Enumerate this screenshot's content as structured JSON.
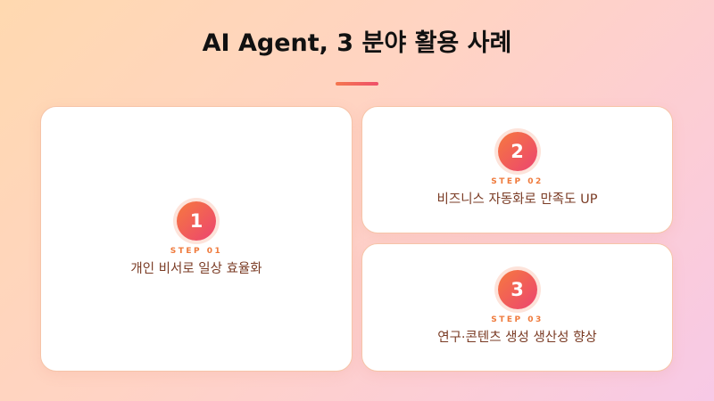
{
  "title": "AI Agent, 3 분야 활용 사례",
  "cards": [
    {
      "number": "1",
      "step": "STEP 01",
      "text": "개인 비서로 일상 효율화"
    },
    {
      "number": "2",
      "step": "STEP 02",
      "text": "비즈니스 자동화로 만족도 UP"
    },
    {
      "number": "3",
      "step": "STEP 03",
      "text": "연구·콘텐츠 생성 생산성 향상"
    }
  ],
  "colors": {
    "accent_start": "#f6793f",
    "accent_end": "#ec4470",
    "step_text": "#ef7a3c",
    "desc_text": "#7a3b24"
  }
}
